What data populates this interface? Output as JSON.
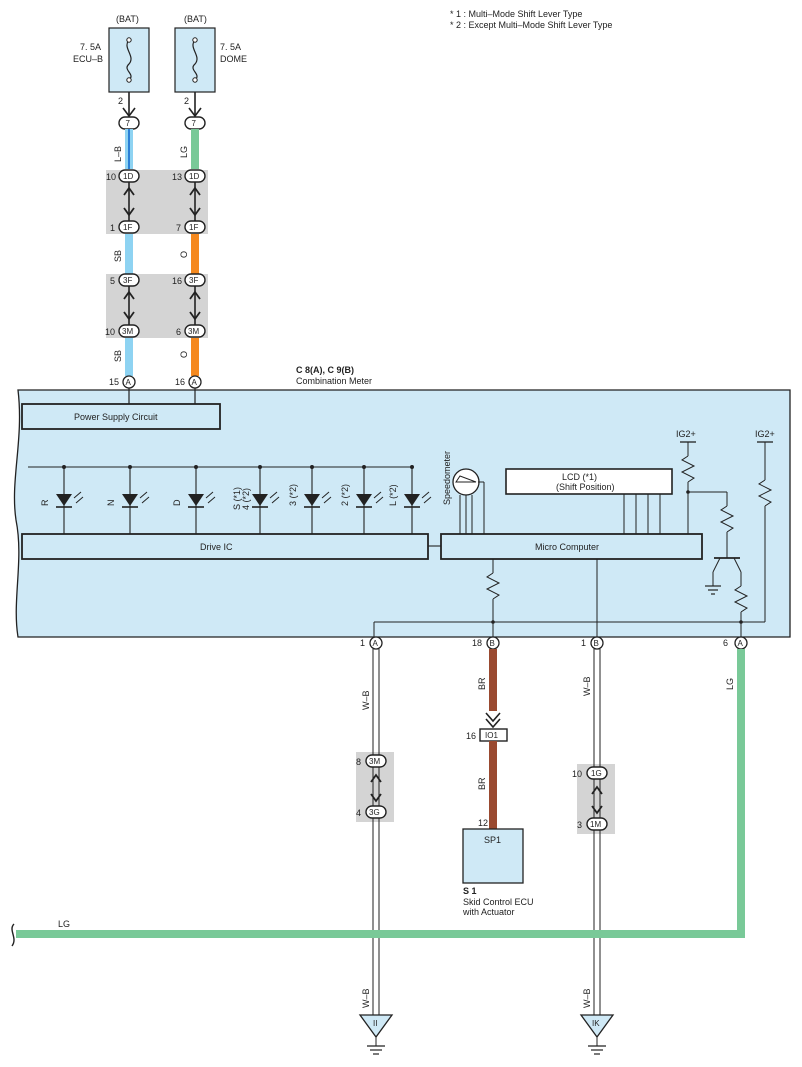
{
  "notes": [
    "* 1 : Multi–Mode Shift Lever Type",
    "* 2 : Except Multi–Mode Shift Lever Type"
  ],
  "fuses": [
    {
      "source": "(BAT)",
      "rating": "7. 5A",
      "name": "ECU–B",
      "pin": "2",
      "conn": "7"
    },
    {
      "source": "(BAT)",
      "rating": "7. 5A",
      "name": "DOME",
      "pin": "2",
      "conn": "7"
    }
  ],
  "wire_colors": {
    "lb": "L–B",
    "lg": "LG",
    "sb": "SB",
    "o": "O",
    "wb": "W–B",
    "br": "BR"
  },
  "junctions": {
    "j1d": {
      "left_pin": "10",
      "name": "1D",
      "right_pin": "13"
    },
    "j1f": {
      "left_pin": "1",
      "name": "1F",
      "right_pin": "7"
    },
    "j3f": {
      "left_pin": "5",
      "name": "3F",
      "right_pin": "16"
    },
    "j3m": {
      "left_pin": "10",
      "name": "3M",
      "right_pin": "6"
    }
  },
  "meter": {
    "code": "C 8(A), C 9(B)",
    "name": "Combination Meter",
    "top_pins": [
      {
        "num": "15",
        "conn": "A"
      },
      {
        "num": "16",
        "conn": "A"
      }
    ],
    "power_supply": "Power Supply Circuit",
    "drive_ic": "Drive IC",
    "micro": "Micro Computer",
    "lcd": "LCD (*1)",
    "lcd_sub": "(Shift Position)",
    "speedometer": "Speedometer",
    "ig_left": "IG2+",
    "ig_right": "IG2+",
    "leds": [
      "R",
      "N",
      "D",
      "S (*1)",
      "4 (*2)",
      "3 (*2)",
      "2 (*2)",
      "L (*2)"
    ],
    "bottom_pins": [
      {
        "num": "1",
        "conn": "A"
      },
      {
        "num": "18",
        "conn": "B"
      },
      {
        "num": "1",
        "conn": "B"
      },
      {
        "num": "6",
        "conn": "A"
      }
    ]
  },
  "lower": {
    "j3m_b": {
      "pin": "8",
      "name": "3M"
    },
    "j3g": {
      "pin": "4",
      "name": "3G"
    },
    "io1": {
      "pin": "16",
      "name": "IO1"
    },
    "sp1": {
      "pin": "12",
      "name": "SP1"
    },
    "ecu_code": "S 1",
    "ecu_name": "Skid Control ECU",
    "ecu_name2": "with Actuator",
    "j1g": {
      "pin": "10",
      "name": "1G"
    },
    "j1m": {
      "pin": "3",
      "name": "1M"
    },
    "ground_ii": "II",
    "ground_ik": "IK"
  },
  "colors": {
    "meter_fill": "#cfe9f6",
    "junction_fill": "#d4d4d4",
    "sb": "#8ed3f2",
    "orange": "#f5891f",
    "lg": "#79c998",
    "br": "#9a4a30",
    "lb_blue": "#2a7fd6"
  }
}
